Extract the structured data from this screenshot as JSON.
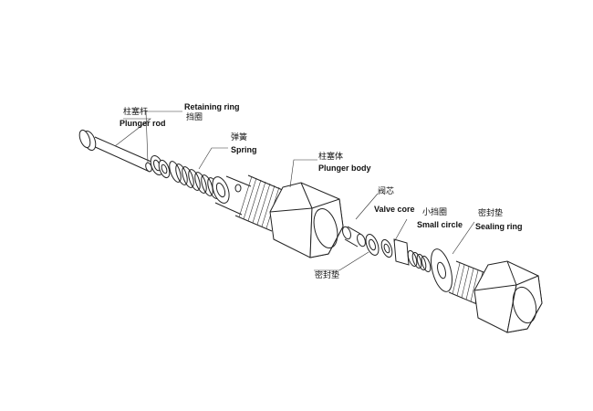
{
  "labels": {
    "plunger_rod": {
      "cn": "柱塞杆",
      "en": "Plunger rod"
    },
    "retaining_ring": {
      "en": "Retaining ring",
      "cn": "挡圈"
    },
    "spring": {
      "cn": "弹簧",
      "en": "Spring"
    },
    "plunger_body": {
      "cn": "柱塞体",
      "en": "Plunger body"
    },
    "valve_core": {
      "cn": "阀芯",
      "en": "Valve core"
    },
    "small_circle": {
      "cn": "小挡圈",
      "en": "Small circle"
    },
    "sealing_ring": {
      "cn": "密封垫",
      "en": "Sealing ring"
    },
    "seal_gasket": {
      "cn": "密封垫"
    }
  }
}
